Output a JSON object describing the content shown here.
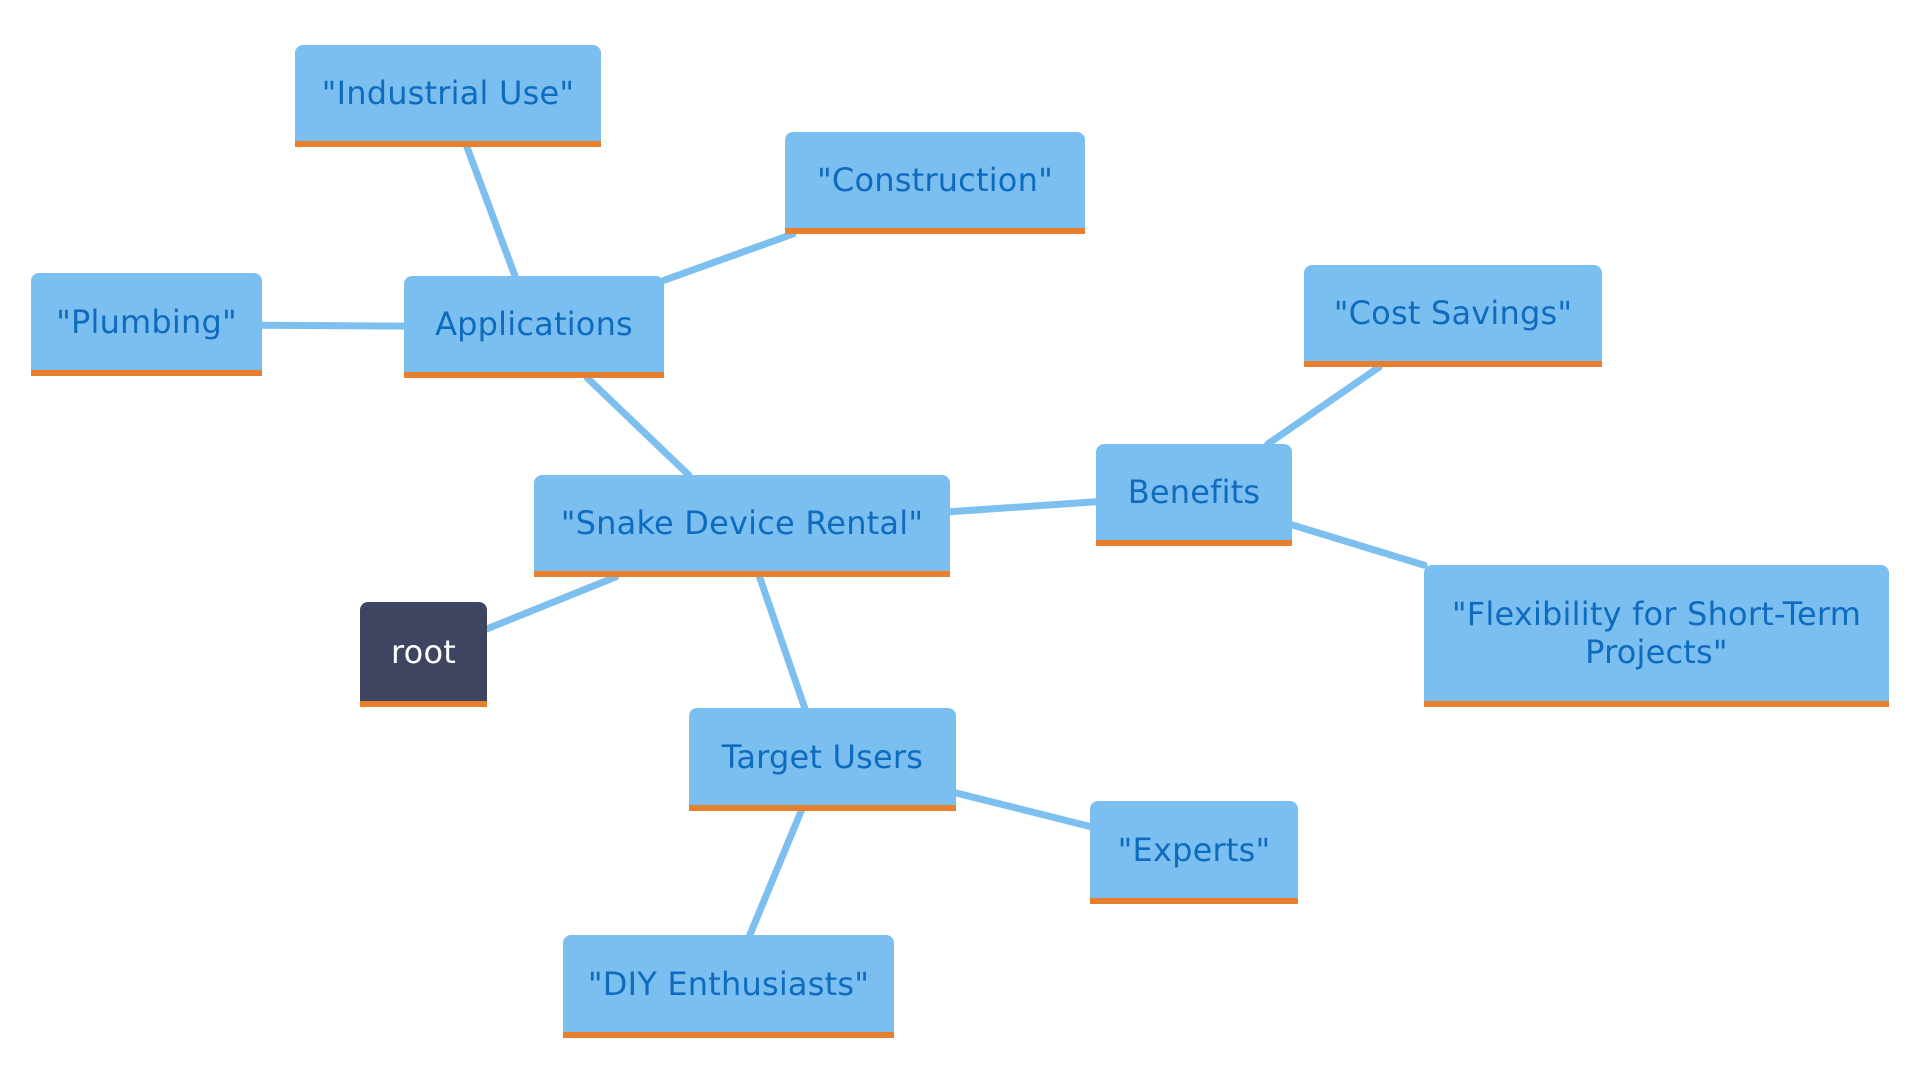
{
  "diagram": {
    "type": "mindmap",
    "colors": {
      "node_fill": "#7bbff1",
      "node_text": "#0e6bbd",
      "node_underline": "#e77f2f",
      "root_fill": "#3f4460",
      "root_text": "#ffffff",
      "edge": "#7dbfef",
      "background": "#ffffff"
    },
    "nodes": {
      "root": "root",
      "snake": "\"Snake Device Rental\"",
      "applications": "Applications",
      "industrial": "\"Industrial Use\"",
      "construction": "\"Construction\"",
      "plumbing": "\"Plumbing\"",
      "benefits": "Benefits",
      "cost": "\"Cost Savings\"",
      "flex": "\"Flexibility for Short-Term Projects\"",
      "target": "Target Users",
      "experts": "\"Experts\"",
      "diy": "\"DIY Enthusiasts\""
    },
    "edges": [
      [
        "root",
        "snake"
      ],
      [
        "snake",
        "applications"
      ],
      [
        "applications",
        "industrial"
      ],
      [
        "applications",
        "construction"
      ],
      [
        "applications",
        "plumbing"
      ],
      [
        "snake",
        "benefits"
      ],
      [
        "benefits",
        "cost"
      ],
      [
        "benefits",
        "flex"
      ],
      [
        "snake",
        "target"
      ],
      [
        "target",
        "experts"
      ],
      [
        "target",
        "diy"
      ]
    ]
  }
}
